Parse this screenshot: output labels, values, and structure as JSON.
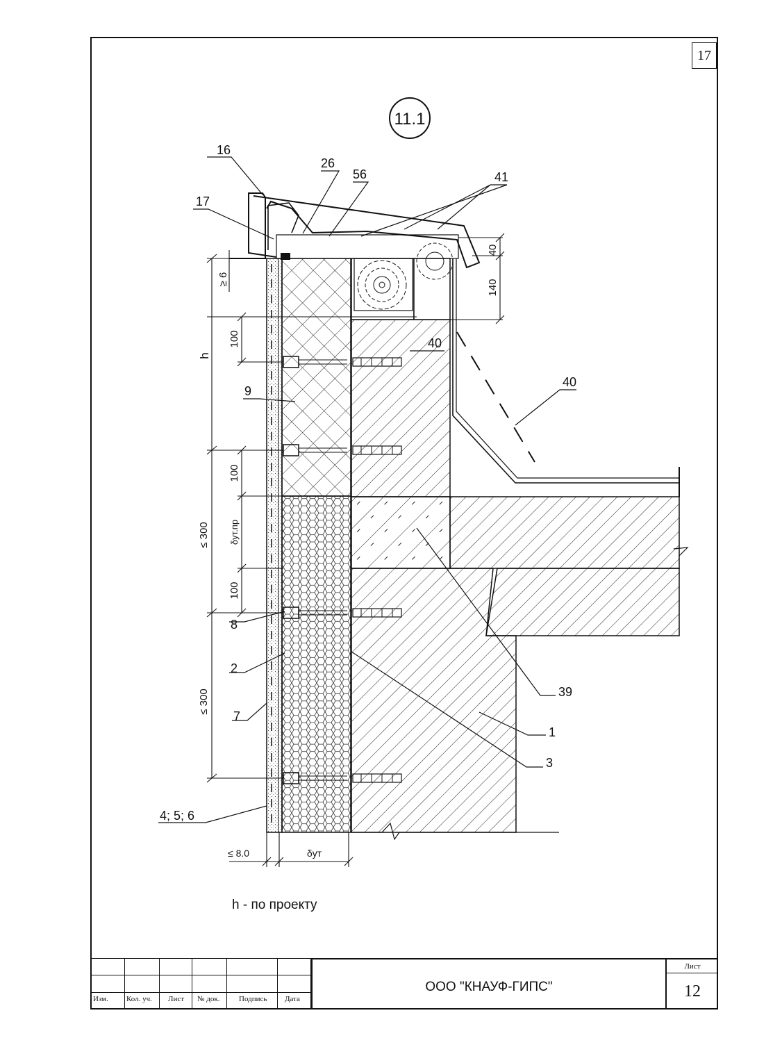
{
  "sheet_corner_number": "17",
  "detail_mark": "11.1",
  "callouts": {
    "c16": "16",
    "c26": "26",
    "c56": "56",
    "c41": "41",
    "c17": "17",
    "c9": "9",
    "c40a": "40",
    "c40b": "40",
    "c8": "8",
    "c2": "2",
    "c7": "7",
    "c456": "4; 5; 6",
    "c39": "39",
    "c1": "1",
    "c3": "3"
  },
  "dimensions": {
    "d40": "40",
    "d140": "140",
    "d6": "≥ 6",
    "dh": "h",
    "d100a": "100",
    "d100b": "100",
    "d100c": "100",
    "dut": "δут.пр",
    "d300a": "≤ 300",
    "d300b": "≤ 300",
    "d8": "≤ 8.0",
    "dins": "δут"
  },
  "note": "h - по проекту",
  "title_block": {
    "headers": [
      "Изм.",
      "Кол. уч.",
      "Лист",
      "№ док.",
      "Подпись",
      "Дата"
    ],
    "company": "ООО \"КНАУФ-ГИПС\"",
    "sheet_label": "Лист",
    "sheet_number": "12"
  }
}
